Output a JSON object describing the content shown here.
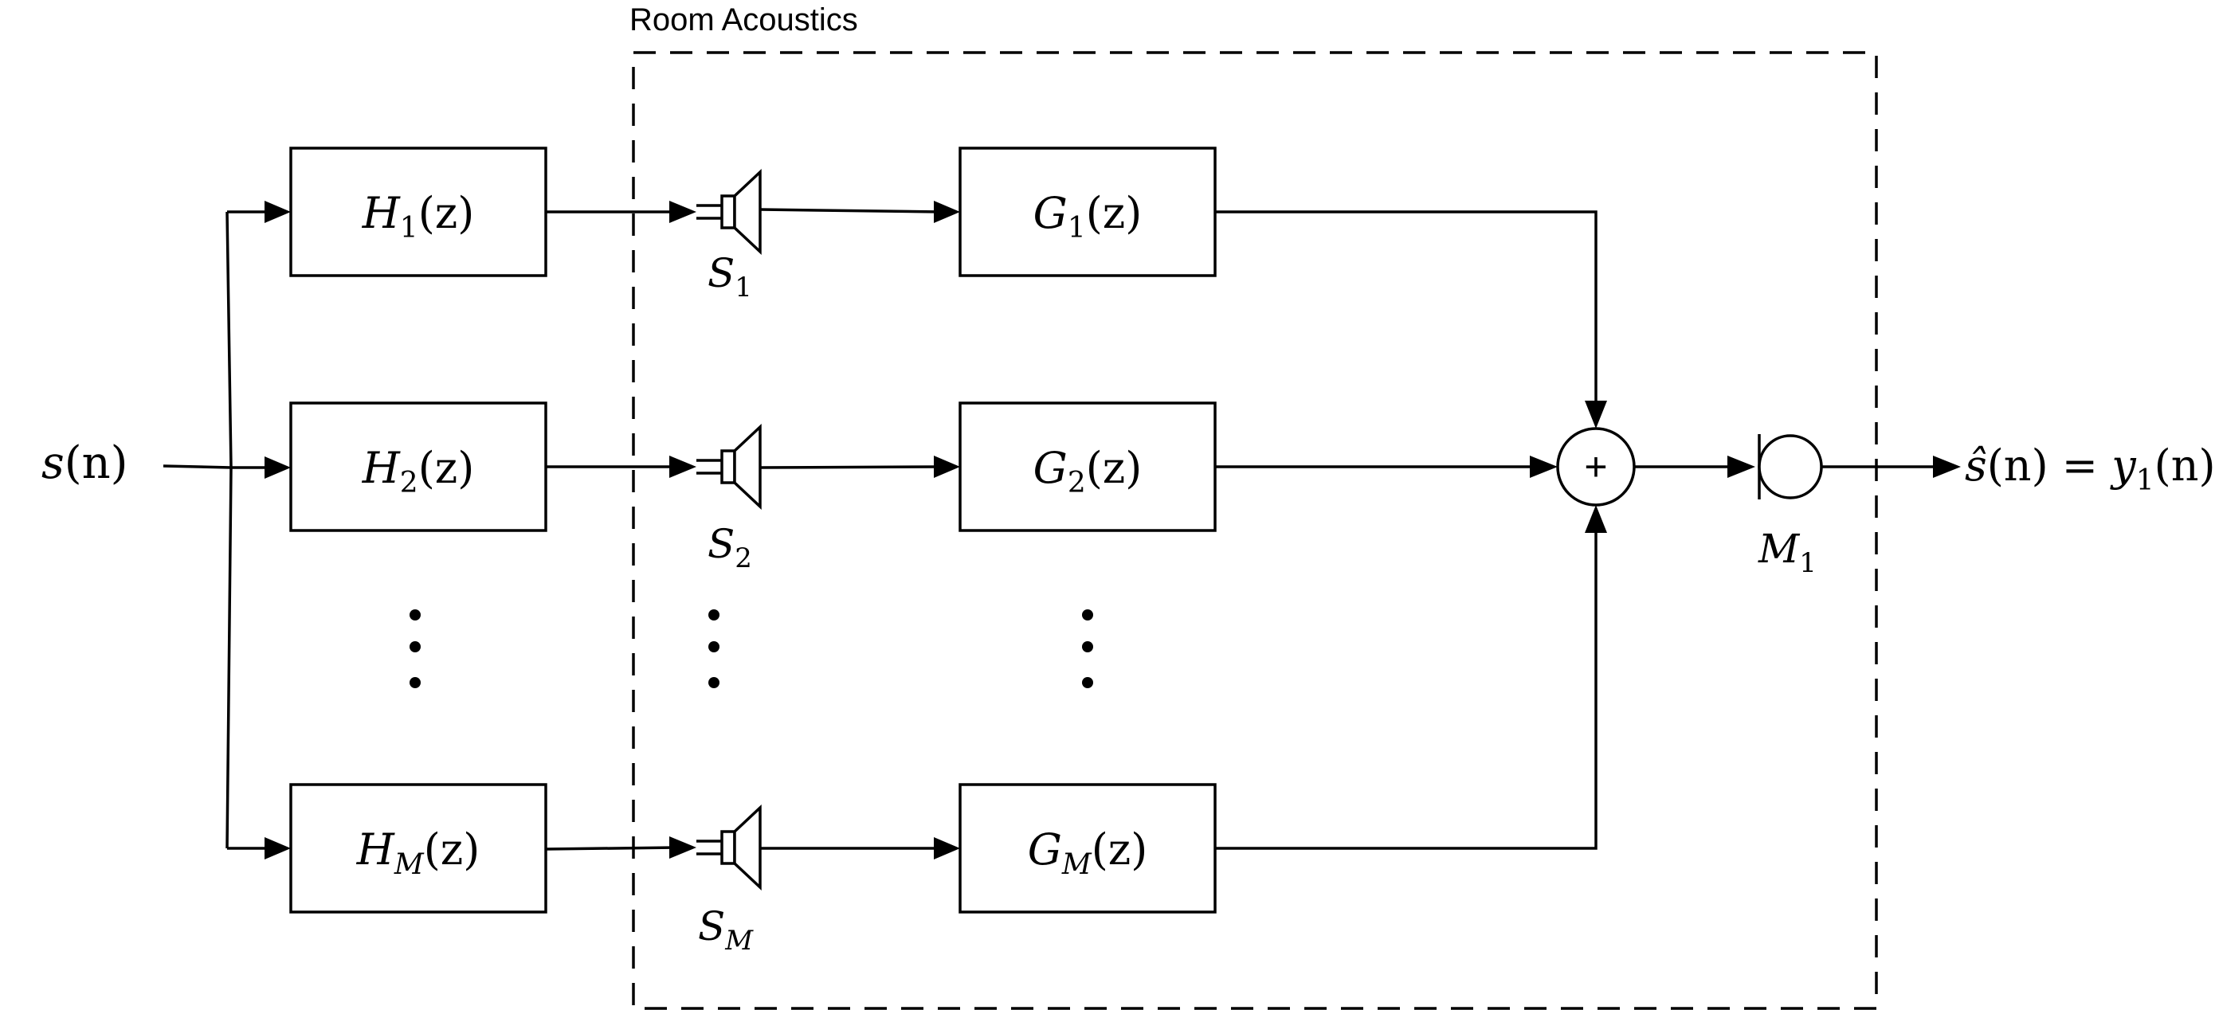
{
  "region": {
    "label": "Room Acoustics"
  },
  "input": {
    "var": "s",
    "arg": "(n)"
  },
  "output": {
    "hat": "ŝ",
    "lhs_arg": "(n) = ",
    "rhs_var": "y",
    "rhs_sub": "1",
    "rhs_arg": "(n)"
  },
  "filters_h": [
    {
      "var": "H",
      "sub": "1",
      "arg": "(z)"
    },
    {
      "var": "H",
      "sub": "2",
      "arg": "(z)"
    },
    {
      "var": "H",
      "sub": "M",
      "arg": "(z)"
    }
  ],
  "filters_g": [
    {
      "var": "G",
      "sub": "1",
      "arg": "(z)"
    },
    {
      "var": "G",
      "sub": "2",
      "arg": "(z)"
    },
    {
      "var": "G",
      "sub": "M",
      "arg": "(z)"
    }
  ],
  "speakers": [
    {
      "var": "S",
      "sub": "1"
    },
    {
      "var": "S",
      "sub": "2"
    },
    {
      "var": "S",
      "sub": "M"
    }
  ],
  "summer": {
    "symbol": "+"
  },
  "microphone": {
    "var": "M",
    "sub": "1"
  }
}
